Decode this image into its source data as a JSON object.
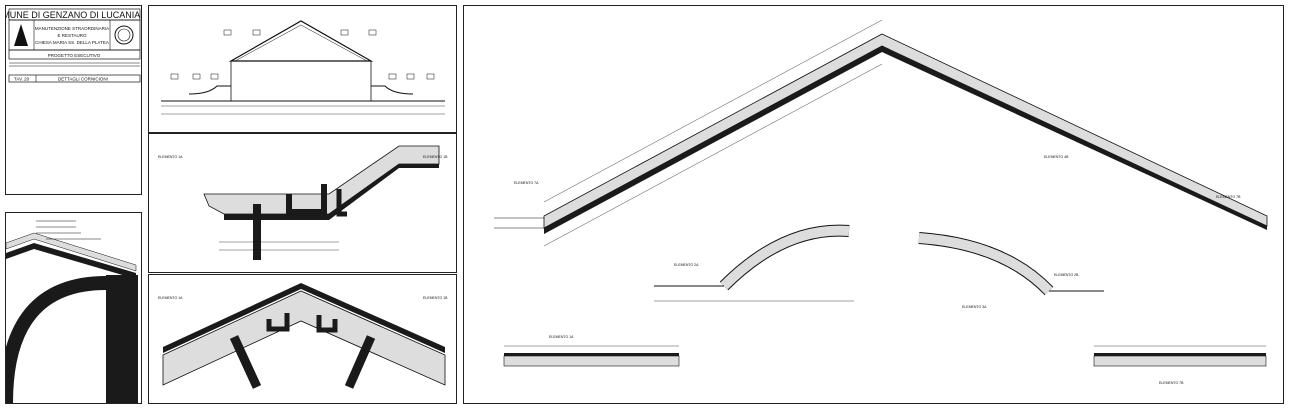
{
  "title_block": {
    "municipality": "COMUNE DI GENZANO DI LUCANIA - PZ",
    "project_line1": "MANUTENZIONE STRAORDINARIA",
    "project_line2": "E RESTAURO",
    "project_line3": "CHIESA MARIA SS. DELLA PLATEA",
    "phase": "PROGETTO ESECUTIVO",
    "table_label": "TAV. 20",
    "table_title": "DETTAGLI CORNICIONI"
  },
  "elements": {
    "e1a": "ELEMENTO 1A",
    "e1b": "ELEMENTO 1B",
    "e2a": "ELEMENTO 2A",
    "e2b": "ELEMENTO 2B",
    "e3a": "ELEMENTO 3A",
    "e4b": "ELEMENTO 4B",
    "e7a": "ELEMENTO 7A",
    "e7b": "ELEMENTO 7B"
  },
  "colors": {
    "line": "#111111",
    "fill_light": "#dddddd",
    "fill_dark": "#1a1a1a"
  }
}
